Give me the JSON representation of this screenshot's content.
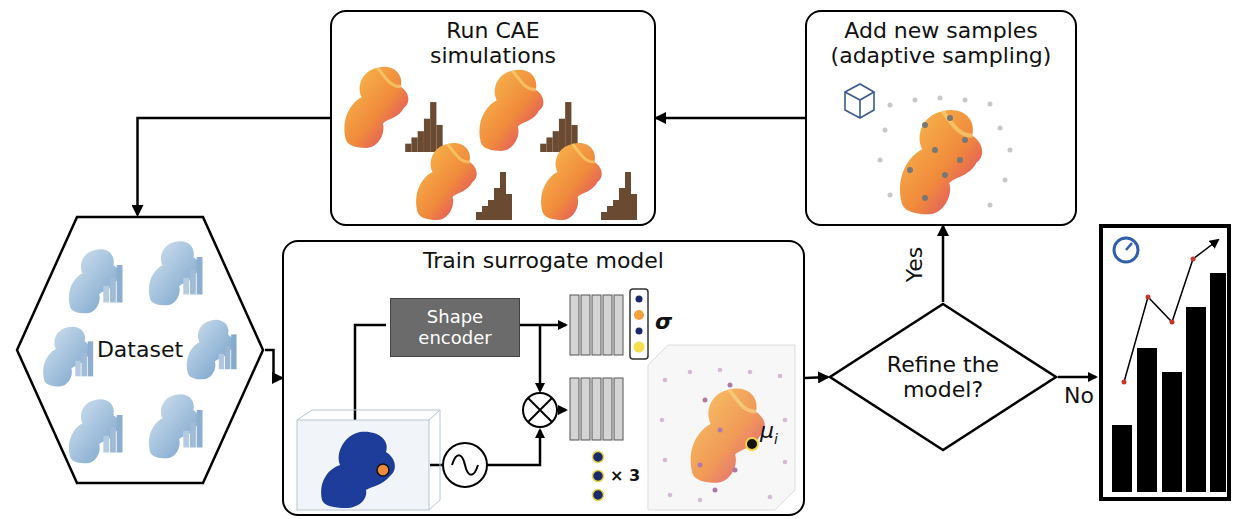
{
  "diagram": {
    "nodes": [
      {
        "text": [
          "Run CAE simulations"
        ]
      },
      {
        "text": [
          "Add new samples (adaptive sampling)"
        ]
      },
      {
        "text": [
          "Dataset"
        ]
      },
      {
        "text": [
          "Train surrogate model"
        ]
      },
      {
        "text": [
          "Shape encoder"
        ],
        "in": 3
      },
      {
        "text": [
          "Refine the model?"
        ]
      }
    ],
    "edges": [
      {
        "from": 1,
        "to": 0,
        "arrow": "to"
      },
      {
        "from": 0,
        "to": 2,
        "arrow": "to"
      },
      {
        "from": 2,
        "to": 3,
        "arrow": "to"
      },
      {
        "from": 3,
        "to": 5,
        "arrow": "to"
      },
      {
        "from": 5,
        "to": 1,
        "arrow": "to",
        "label": "Yes"
      }
    ],
    "labels": [
      "σ",
      "μ",
      "i",
      "× 3",
      "No"
    ]
  }
}
